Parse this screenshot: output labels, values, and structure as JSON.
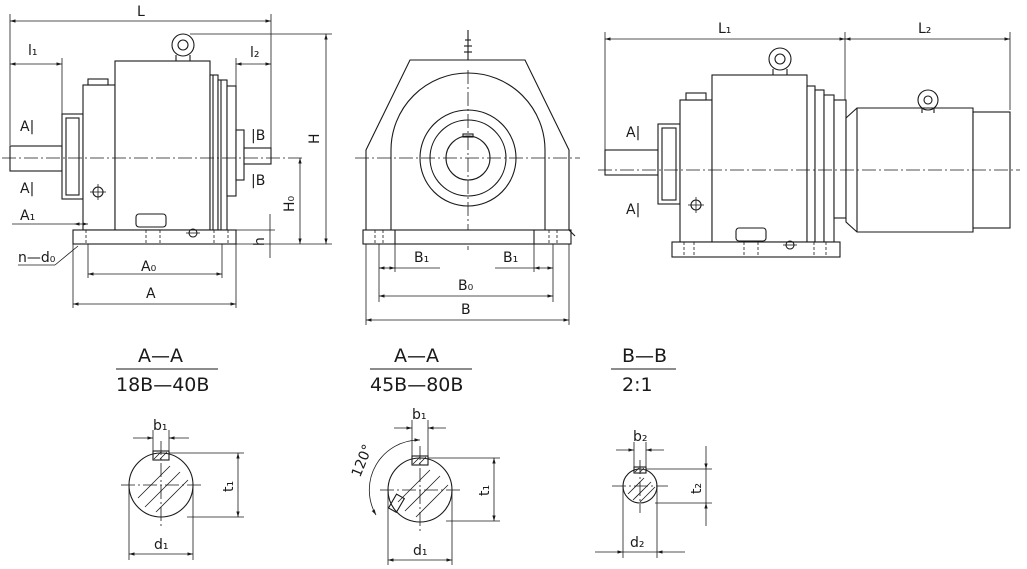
{
  "labels": {
    "L": "L",
    "l1": "l₁",
    "l2": "l₂",
    "H": "H",
    "H0": "H₀",
    "h": "h",
    "A": "A",
    "A0": "A₀",
    "A1": "A₁",
    "Asec": "A|",
    "Bsec": "|B",
    "n_d0": "n—d₀",
    "B": "B",
    "B0": "B₀",
    "B1": "B₁",
    "L1": "L₁",
    "L2": "L₂",
    "b1": "b₁",
    "b2": "b₂",
    "t1": "t₁",
    "t2": "t₂",
    "d1": "d₁",
    "d2": "d₂",
    "angle": "120°"
  },
  "sections": [
    {
      "name": "A—A",
      "range": "18B—40B"
    },
    {
      "name": "A—A",
      "range": "45B—80B"
    },
    {
      "name": "B—B",
      "range": "2:1"
    }
  ]
}
